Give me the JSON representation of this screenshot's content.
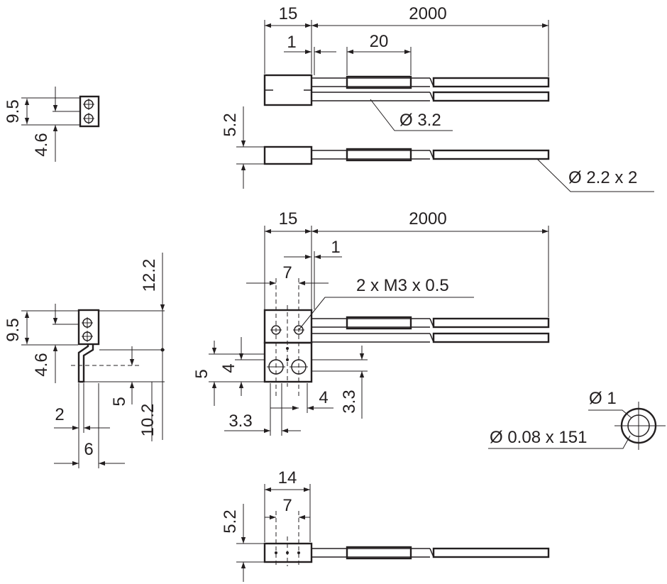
{
  "drawing": {
    "view_top": {
      "dims": {
        "total": "15",
        "cable_len": "2000",
        "gap": "1",
        "sleeve": "20",
        "cable_dia": "Ø 3.2"
      }
    },
    "view_side": {
      "dims": {
        "height": "5.2",
        "fiber": "Ø 2.2 x 2"
      }
    },
    "view_end": {
      "dims": {
        "a": "9.5",
        "b": "4.6"
      }
    },
    "view_bracket_top": {
      "dims": {
        "total": "15",
        "cable_len": "2000",
        "gap": "1",
        "spacing": "7",
        "thread": "2 x M3 x 0.5",
        "h1": "5",
        "h2": "4",
        "w1": "4",
        "h3": "3.3",
        "w2": "3.3"
      }
    },
    "view_bracket_side": {
      "dims": {
        "a": "9.5",
        "b": "4.6",
        "height": "12.2",
        "offset": "5",
        "depth": "10.2",
        "thick": "2",
        "width": "6"
      }
    },
    "view_cross": {
      "dims": {
        "core": "Ø 1",
        "fibers": "Ø 0.08 x 151"
      }
    },
    "view_bottom": {
      "dims": {
        "total": "14",
        "spacing": "7",
        "height": "5.2"
      }
    }
  }
}
